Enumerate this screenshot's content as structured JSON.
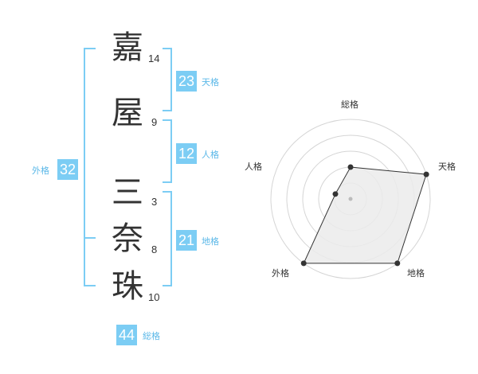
{
  "name": {
    "characters": [
      {
        "char": "嘉",
        "strokes": "14"
      },
      {
        "char": "屋",
        "strokes": "9"
      },
      {
        "char": "三",
        "strokes": "3"
      },
      {
        "char": "奈",
        "strokes": "8"
      },
      {
        "char": "珠",
        "strokes": "10"
      }
    ]
  },
  "kaku": {
    "tenkaku": {
      "value": "23",
      "label": "天格"
    },
    "jinkaku": {
      "value": "12",
      "label": "人格"
    },
    "chikaku": {
      "value": "21",
      "label": "地格"
    },
    "gaikaku": {
      "value": "32",
      "label": "外格"
    },
    "soukaku": {
      "value": "44",
      "label": "総格"
    }
  },
  "colors": {
    "accent": "#7ccdf4",
    "label": "#5bb8e8",
    "bracket": "#7ccdf4",
    "radar_fill": "#ebebeb",
    "radar_line": "#333333"
  },
  "chart_data": {
    "type": "radar",
    "axes": [
      "総格",
      "天格",
      "地格",
      "外格",
      "人格"
    ],
    "values": [
      2,
      5,
      5,
      5,
      1
    ],
    "max": 5,
    "grid_rings": 5
  }
}
